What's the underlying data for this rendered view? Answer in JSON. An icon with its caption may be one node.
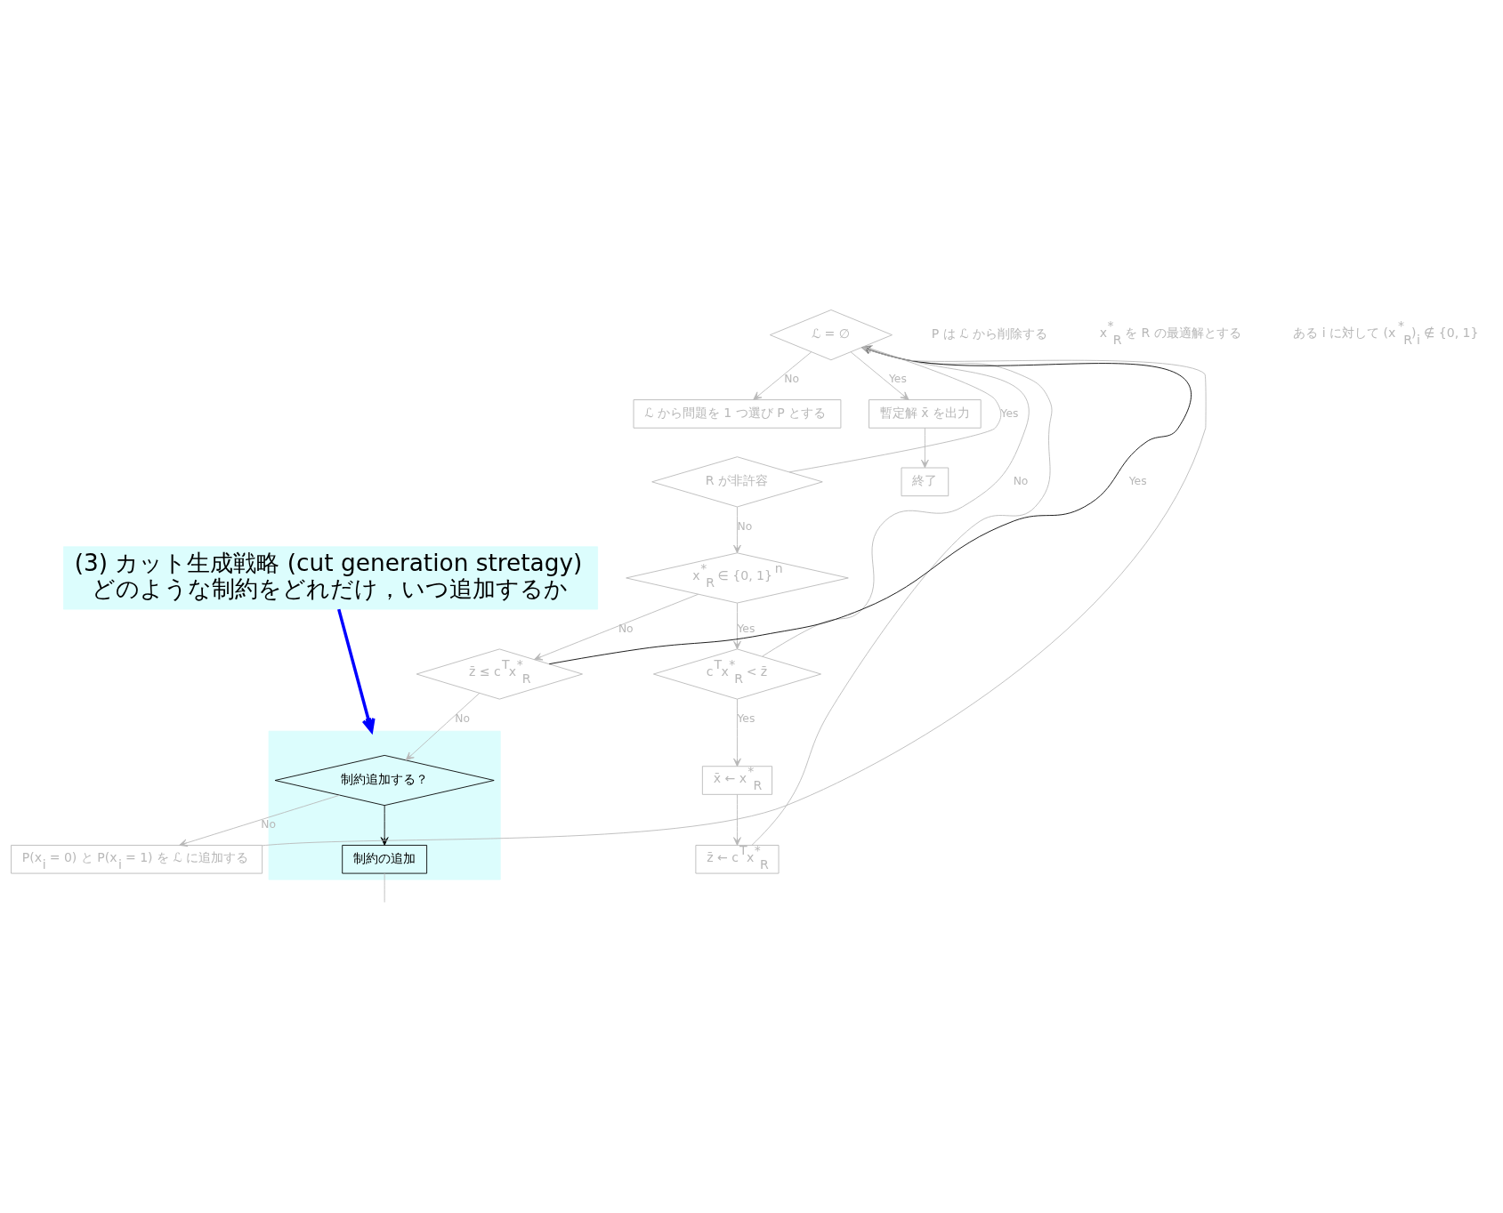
{
  "diagram": {
    "nodes": [
      {
        "text": [
          "(3) カット生成戦略 (cut generation stretagy)",
          "どのような制約をどれだけ，いつ追加するか"
        ]
      },
      {
        "text": [
          "ℒ = ∅"
        ]
      },
      {
        "text": [
          "暫定解 x̄ を出力"
        ]
      },
      {
        "text": [
          "終了"
        ]
      },
      {
        "text": [
          "ℒ から問題を 1 つ選び P とする"
        ]
      },
      {
        "text": [
          "R が非許容"
        ]
      },
      {
        "text": [
          "x$^{*}$$_{R}$ ∈ {0, 1}$^{n}$"
        ]
      },
      {
        "text": [
          "c$^{T}$x$^{*}$$_{R}$ < z̄"
        ]
      },
      {
        "text": [
          "x̄ ← x$^{*}$$_{R}$"
        ]
      },
      {
        "text": [
          "z̄ ← c$^{T}$x$^{*}$$_{R}$"
        ]
      },
      {
        "text": [
          "z̄ ≤ c$^{T}$x$^{*}$$_{R}$"
        ]
      },
      {
        "text": [],
        "shape": "box"
      },
      {
        "text": [
          "制約追加する？"
        ],
        "in": 11
      },
      {
        "text": [
          "制約の追加"
        ],
        "in": 11
      },
      {
        "text": [
          "P(x$_{i}$ = 0) と P(x$_{i}$ = 1) を ℒ に追加する"
        ]
      }
    ],
    "edges": [
      {
        "from": 1,
        "to": 2,
        "arrow": "to",
        "label": "Yes"
      },
      {
        "from": 2,
        "to": 3,
        "arrow": "to"
      },
      {
        "from": 1,
        "to": 4,
        "arrow": "to",
        "label": "No"
      },
      {
        "from": 5,
        "to": 1,
        "arrow": "to",
        "label": "Yes"
      },
      {
        "from": 5,
        "to": 6,
        "arrow": "to",
        "label": "No"
      },
      {
        "from": 6,
        "to": 7,
        "arrow": "to",
        "label": "Yes"
      },
      {
        "from": 7,
        "to": 1,
        "arrow": "to",
        "label": "No"
      },
      {
        "from": 7,
        "to": 8,
        "arrow": "to",
        "label": "Yes"
      },
      {
        "from": 8,
        "to": 9,
        "arrow": "to"
      },
      {
        "from": 9,
        "to": 1,
        "arrow": "to"
      },
      {
        "from": 6,
        "to": 10,
        "arrow": "to",
        "label": "No"
      },
      {
        "from": 10,
        "to": 1,
        "arrow": "to",
        "label": "Yes",
        "color": "#000000"
      },
      {
        "from": 10,
        "to": 12,
        "arrow": "to",
        "label": "No"
      },
      {
        "from": 12,
        "to": 13,
        "arrow": "to",
        "color": "#000000"
      },
      {
        "from": 12,
        "to": 14,
        "arrow": "to",
        "label": "No"
      },
      {
        "from": 14,
        "to": 1,
        "arrow": "to"
      },
      {
        "from": 13,
        "to": null,
        "arrow": "none"
      },
      {
        "from": 0,
        "to": 11,
        "arrow": "to",
        "style": "thick",
        "color": "#0000ff"
      }
    ],
    "labels": [
      "P は ℒ から削除する",
      "x$^{*}$$_{R}$ を R の最適解とする",
      "ある i に対して (x$^{*}$$_{R}$)$_{i}$ ∉ {0, 1}"
    ]
  }
}
